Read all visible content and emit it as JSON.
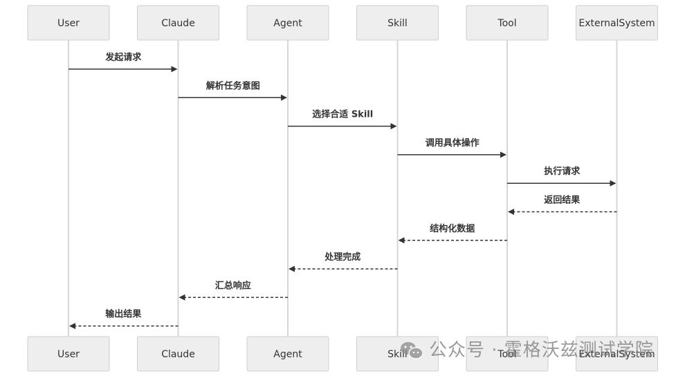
{
  "participants": [
    "User",
    "Claude",
    "Agent",
    "Skill",
    "Tool",
    "ExternalSystem"
  ],
  "messages": [
    {
      "from": 0,
      "to": 1,
      "label": "发起请求",
      "style": "solid"
    },
    {
      "from": 1,
      "to": 2,
      "label": "解析任务意图",
      "style": "solid"
    },
    {
      "from": 2,
      "to": 3,
      "label": "选择合适 Skill",
      "style": "solid"
    },
    {
      "from": 3,
      "to": 4,
      "label": "调用具体操作",
      "style": "solid"
    },
    {
      "from": 4,
      "to": 5,
      "label": "执行请求",
      "style": "solid"
    },
    {
      "from": 5,
      "to": 4,
      "label": "返回结果",
      "style": "dashed"
    },
    {
      "from": 4,
      "to": 3,
      "label": "结构化数据",
      "style": "dashed"
    },
    {
      "from": 3,
      "to": 2,
      "label": "处理完成",
      "style": "dashed"
    },
    {
      "from": 2,
      "to": 1,
      "label": "汇总响应",
      "style": "dashed"
    },
    {
      "from": 1,
      "to": 0,
      "label": "输出结果",
      "style": "dashed"
    }
  ],
  "watermark": {
    "text": "公众号 · 霍格沃兹测试学院",
    "icon": "wechat-icon"
  },
  "colors": {
    "box_fill": "#eeeeee",
    "box_stroke": "#cfcfcf",
    "line": "#333333",
    "lifeline": "#d6d6d6"
  }
}
